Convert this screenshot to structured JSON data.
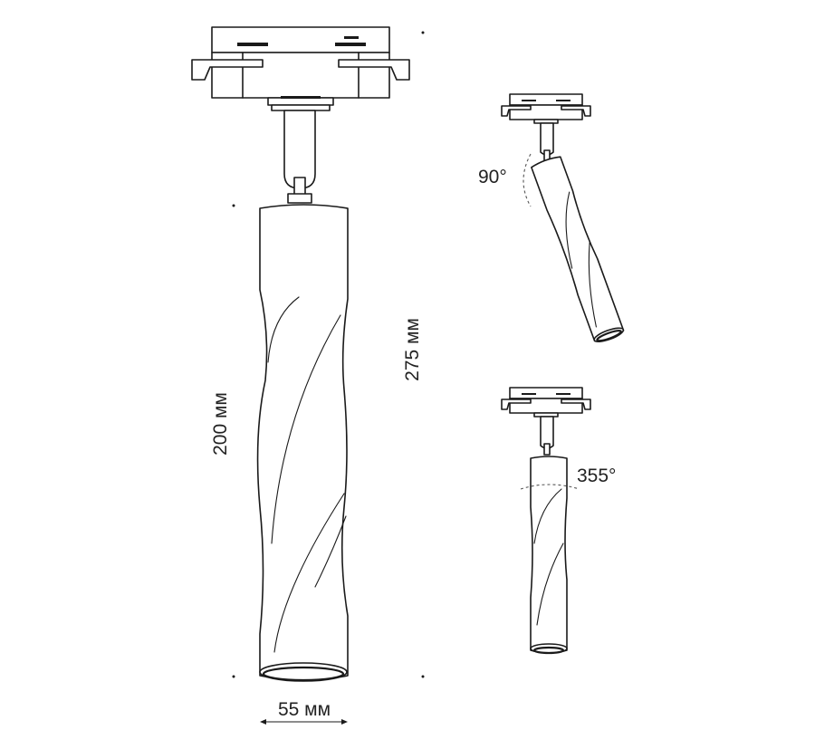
{
  "labels": {
    "width": "55 мм",
    "body_length": "200 мм",
    "total_height": "275 мм",
    "tilt_angle": "90°",
    "rotation_angle": "355°"
  }
}
